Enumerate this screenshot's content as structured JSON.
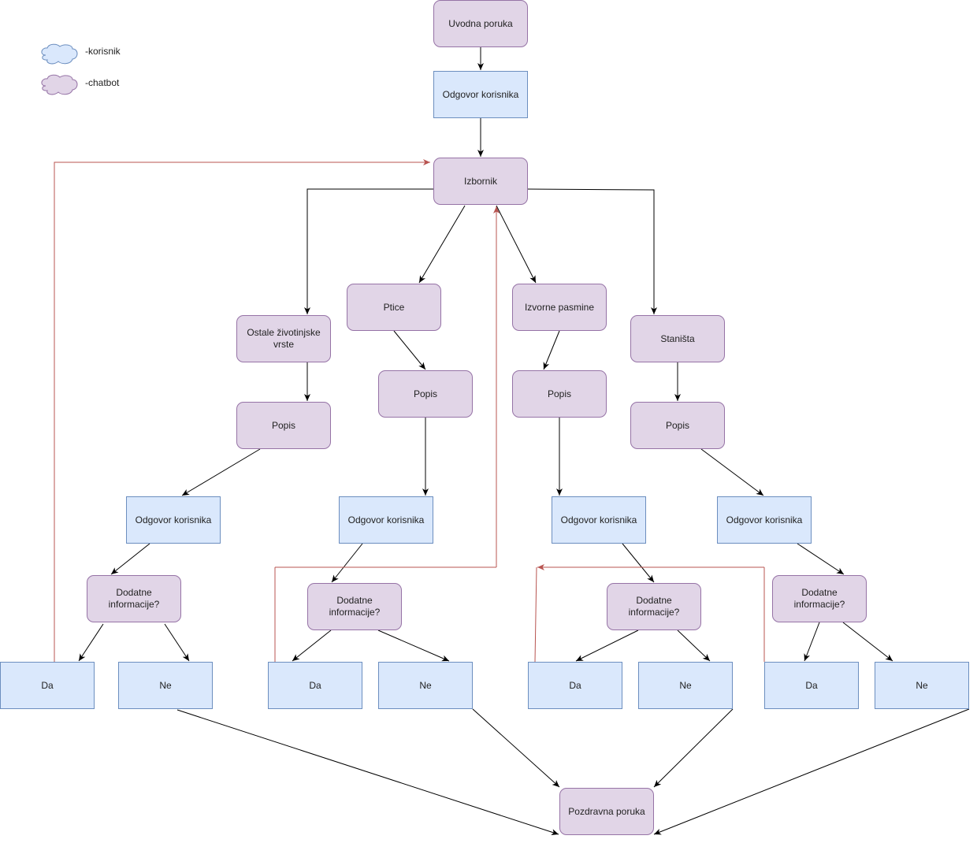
{
  "legend": [
    {
      "label": "-korisnik",
      "color": "#dae8fc",
      "stroke": "#6c8ebf"
    },
    {
      "label": "-chatbot",
      "color": "#e1d5e7",
      "stroke": "#9673a6"
    }
  ],
  "colors": {
    "chatbot_fill": "#e1d5e7",
    "chatbot_stroke": "#9673a6",
    "user_fill": "#dae8fc",
    "user_stroke": "#6c8ebf",
    "edge": "#000000",
    "loop_edge": "#b85450"
  },
  "nodes": {
    "intro": "Uvodna poruka",
    "answer_top": "Odgovor korisnika",
    "menu": "Izbornik",
    "branch_other": {
      "title": "Ostale životinjske vrste",
      "list": "Popis",
      "answer": "Odgovor korisnika",
      "question": "Dodatne informacije?",
      "yes": "Da",
      "no": "Ne"
    },
    "branch_birds": {
      "title": "Ptice",
      "list": "Popis",
      "answer": "Odgovor korisnika",
      "question": "Dodatne informacije?",
      "yes": "Da",
      "no": "Ne"
    },
    "branch_breeds": {
      "title": "Izvorne pasmine",
      "list": "Popis",
      "answer": "Odgovor korisnika",
      "question": "Dodatne informacije?",
      "yes": "Da",
      "no": "Ne"
    },
    "branch_habitats": {
      "title": "Staništa",
      "list": "Popis",
      "answer": "Odgovor korisnika",
      "question": "Dodatne informacije?",
      "yes": "Da",
      "no": "Ne"
    },
    "farewell": "Pozdravna poruka"
  }
}
